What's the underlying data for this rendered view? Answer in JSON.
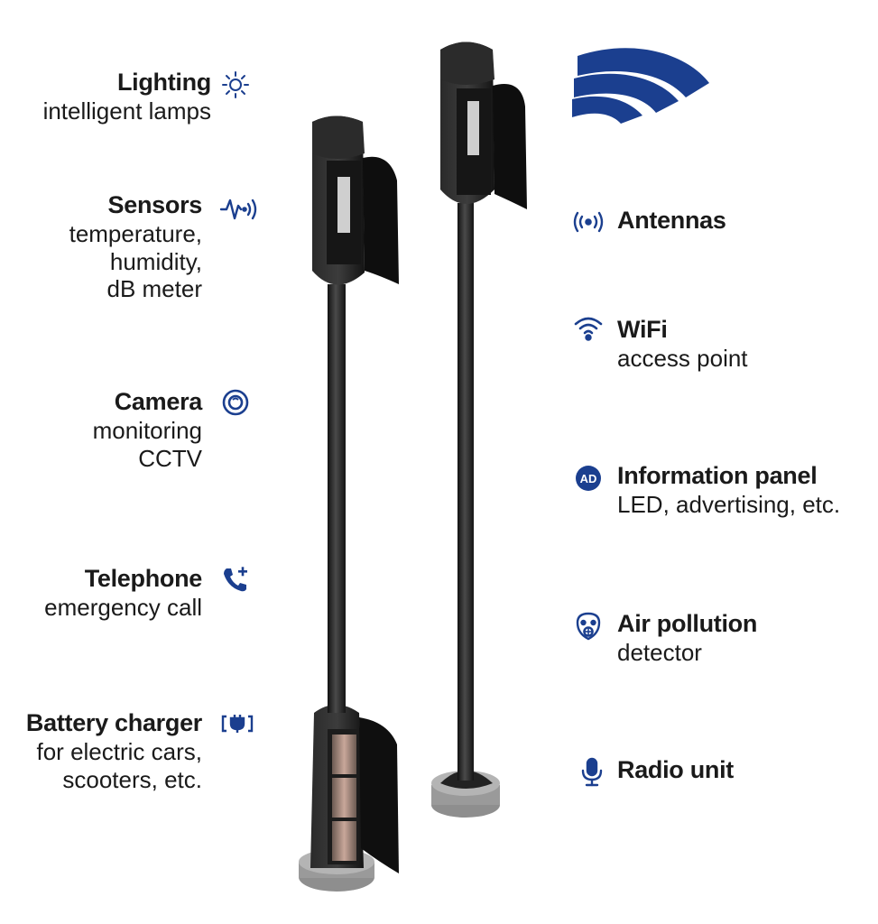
{
  "colors": {
    "accent": "#1b3f8f",
    "pole": "#222222",
    "base": "#8c8c8c",
    "text": "#1a1a1a"
  },
  "left_features": [
    {
      "title": "Lighting",
      "desc": "intelligent lamps",
      "icon": "sun-icon"
    },
    {
      "title": "Sensors",
      "desc": "temperature,\nhumidity,\ndB meter",
      "icon": "sensor-pulse-icon"
    },
    {
      "title": "Camera",
      "desc": "monitoring\nCCTV",
      "icon": "camera-lens-icon"
    },
    {
      "title": "Telephone",
      "desc": "emergency call",
      "icon": "phone-plus-icon"
    },
    {
      "title": "Battery charger",
      "desc": "for electric cars,\nscooters, etc.",
      "icon": "plug-icon"
    }
  ],
  "right_features": [
    {
      "title": "Antennas",
      "desc": "",
      "icon": "antenna-icon"
    },
    {
      "title": "WiFi",
      "desc": "access point",
      "icon": "wifi-icon"
    },
    {
      "title": "Information panel",
      "desc": "LED, advertising, etc.",
      "icon": "ad-badge-icon"
    },
    {
      "title": "Air pollution",
      "desc": "detector",
      "icon": "gas-mask-icon"
    },
    {
      "title": "Radio unit",
      "desc": "",
      "icon": "microphone-icon"
    }
  ]
}
